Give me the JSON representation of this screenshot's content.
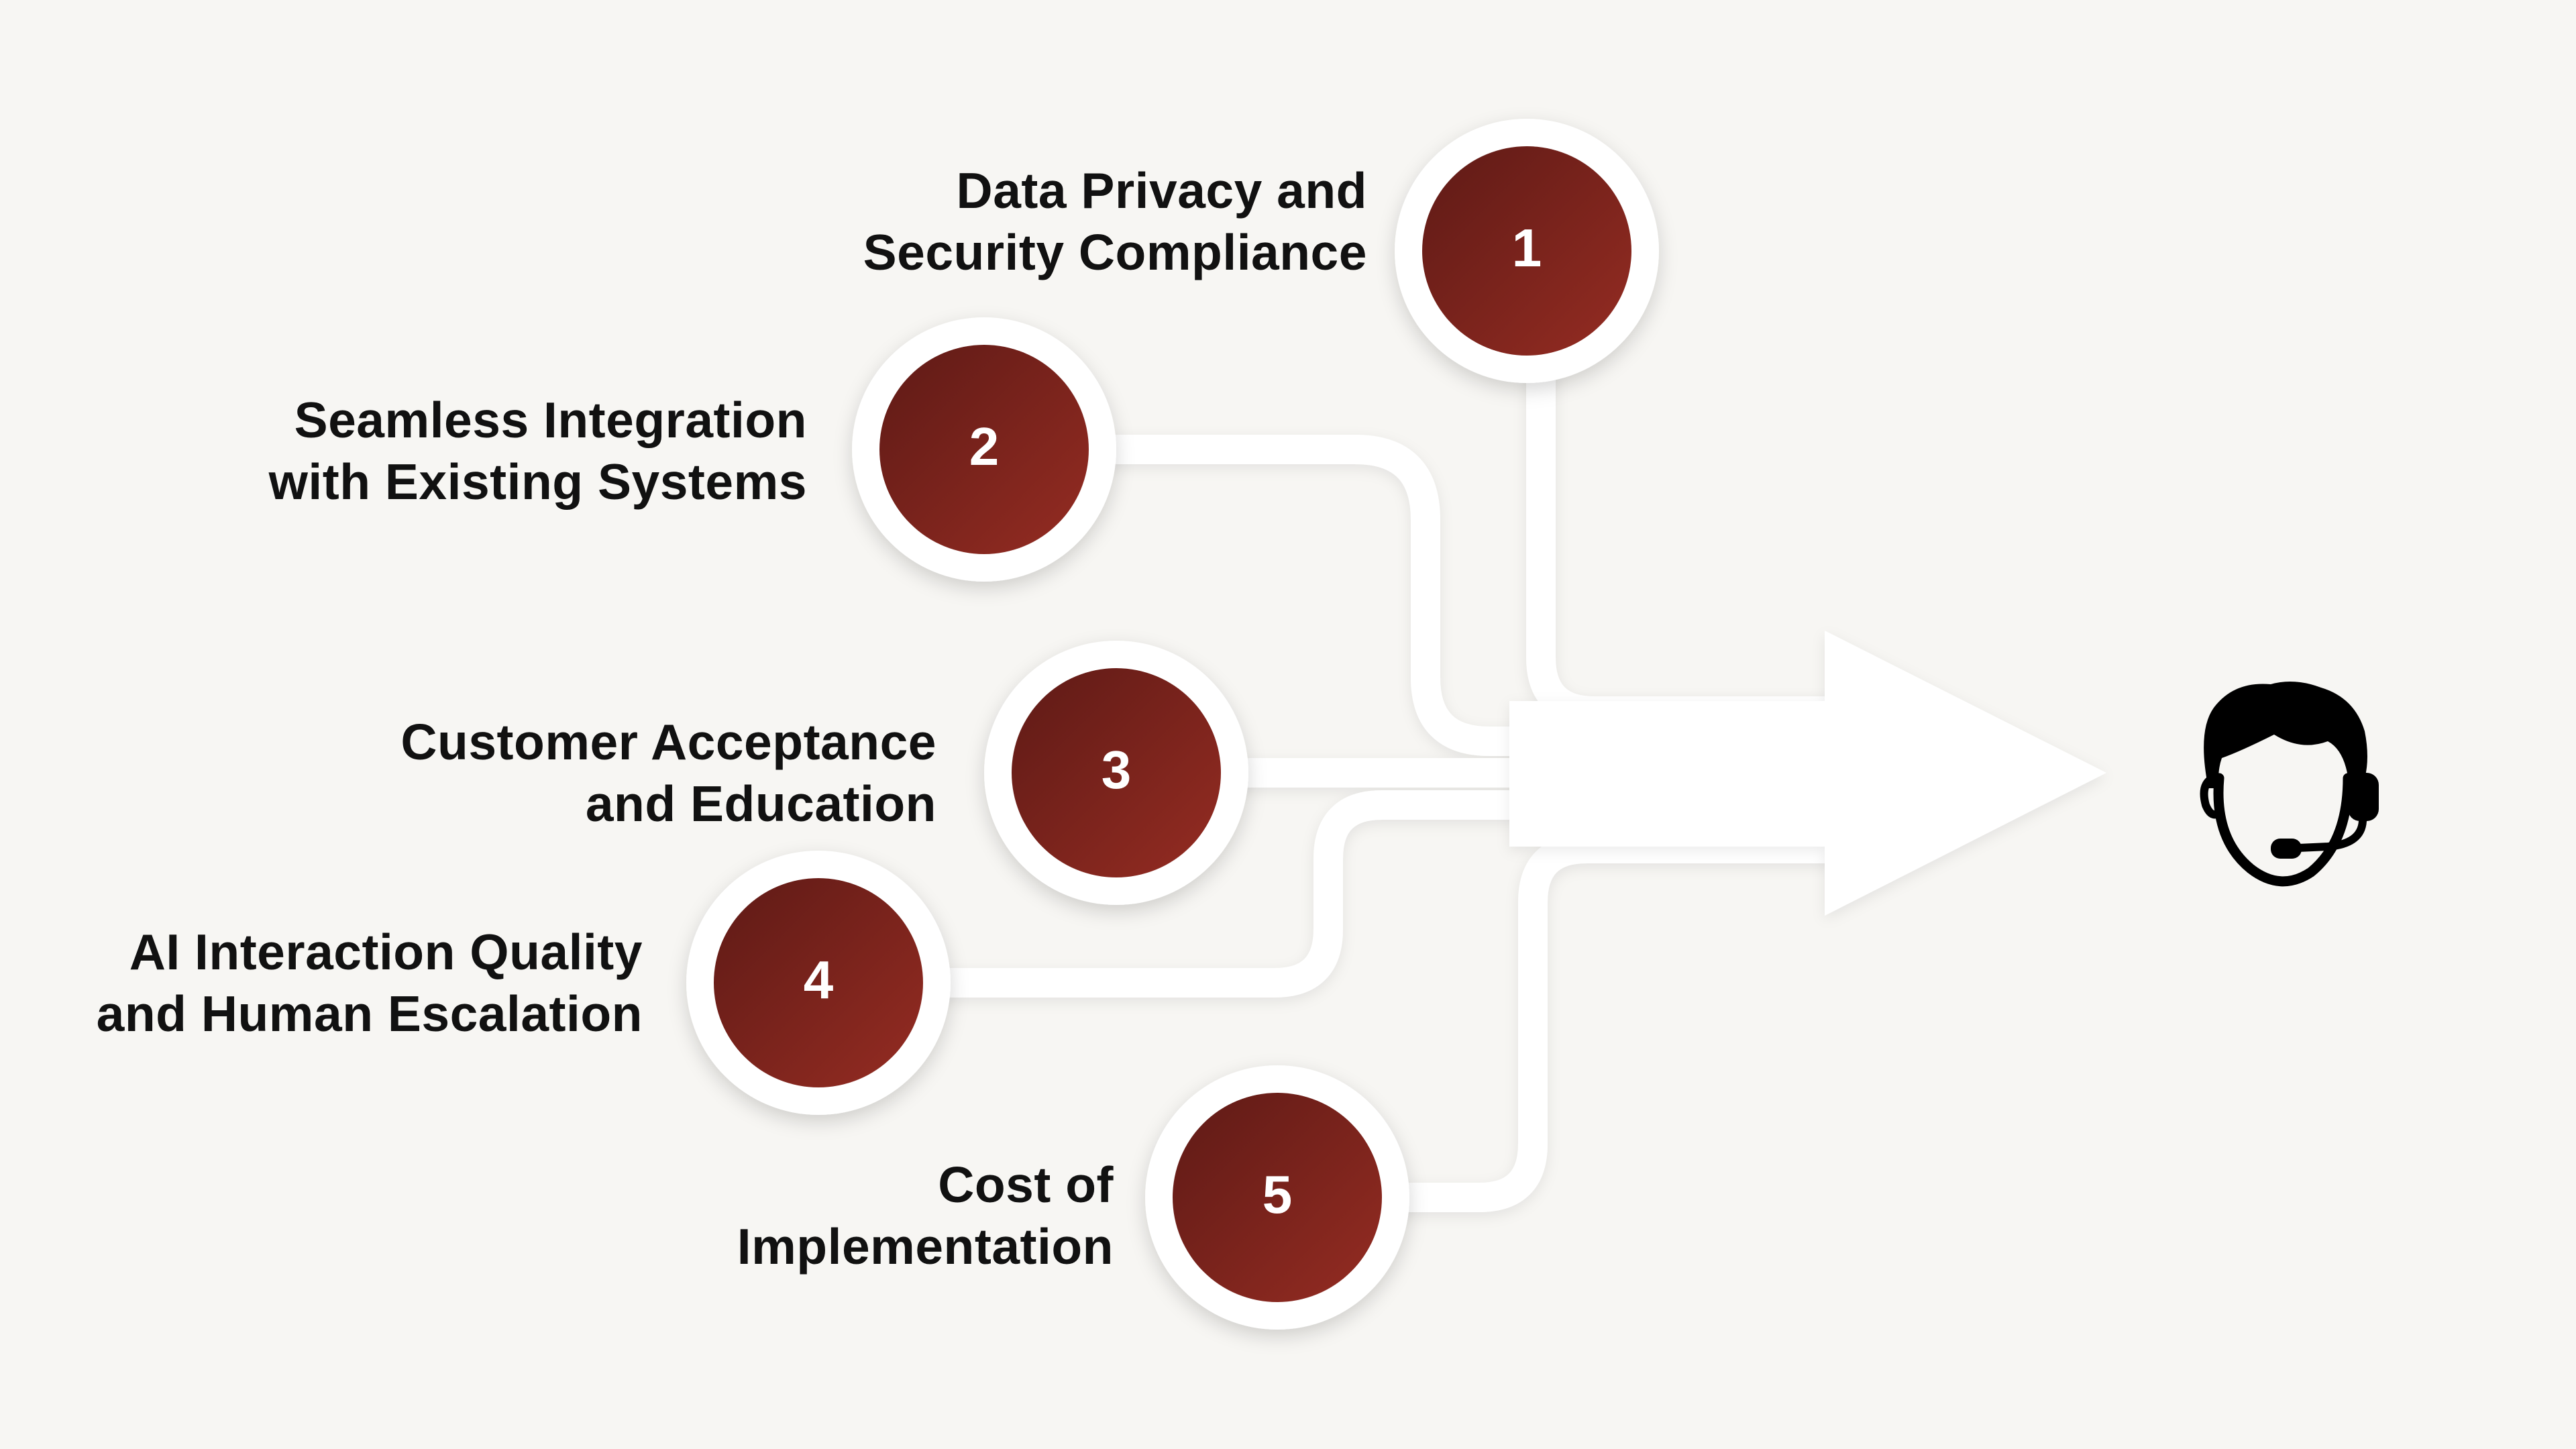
{
  "items": [
    {
      "number": "1",
      "line1": "Data Privacy and",
      "line2": "Security Compliance"
    },
    {
      "number": "2",
      "line1": "Seamless Integration",
      "line2": "with Existing Systems"
    },
    {
      "number": "3",
      "line1": "Customer Acceptance",
      "line2": "and Education"
    },
    {
      "number": "4",
      "line1": "AI Interaction Quality",
      "line2": "and Human Escalation"
    },
    {
      "number": "5",
      "line1": "Cost of",
      "line2": "Implementation"
    }
  ],
  "target_icon": "customer-support-agent-headset-icon",
  "colors": {
    "background": "#f7f6f3",
    "circle_gradient_start": "#5e1a16",
    "circle_gradient_end": "#932b22",
    "paths": "#ffffff",
    "text": "#111111",
    "icon": "#000000"
  }
}
